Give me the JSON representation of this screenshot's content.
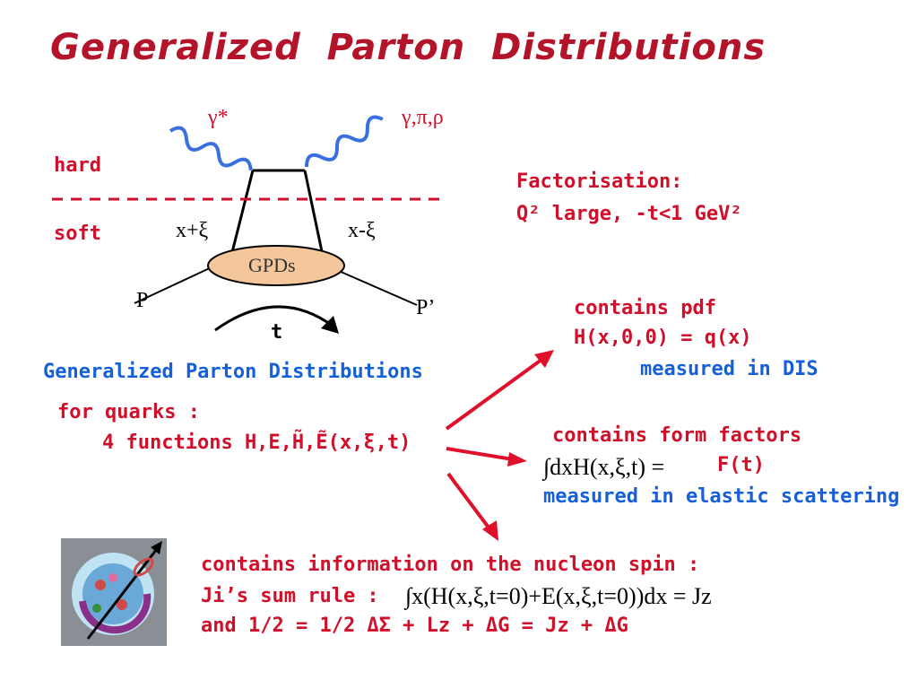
{
  "title": "Generalized  Parton  Distributions",
  "diagram": {
    "incoming_photon": "γ*",
    "outgoing": "γ,π,ρ",
    "hard_label": "hard",
    "soft_label": "soft",
    "left_momentum": "x+ξ",
    "right_momentum": "x-ξ",
    "blob_label": "GPDs",
    "proton_in": "P",
    "proton_out": "P’",
    "t_label": "t"
  },
  "factorisation": {
    "heading": "Factorisation:",
    "line": "Q² large, -t<1 GeV²"
  },
  "gpd_heading": "Generalized Parton Distributions",
  "quarks": {
    "line1": "for quarks :",
    "line2": "4 functions H,E,H̃,Ẽ(x,ξ,t)"
  },
  "pdf_box": {
    "line1": "contains pdf",
    "line2": "H(x,0,0) = q(x)",
    "line3": "measured in DIS"
  },
  "form_box": {
    "line1": "contains form factors",
    "integral": "∫dxH(x,ξ,t) =",
    "result": "F(t)",
    "line3": "measured in elastic scattering"
  },
  "spin_box": {
    "line1": "contains information on the nucleon spin :",
    "line2": "Ji’s sum rule :",
    "sumrule": "∫x(H(x,ξ,t=0)+E(x,ξ,t=0))dx = Jz",
    "line3": "and 1/2 = 1/2 ΔΣ + Lz + ΔG = Jz + ΔG"
  },
  "colors": {
    "title": "#b3142a",
    "red_text": "#d0102a",
    "blue_text": "#1560d8",
    "arrow": "#e0102a",
    "blob": "#f4c79a",
    "wave": "#3a6fe0"
  }
}
